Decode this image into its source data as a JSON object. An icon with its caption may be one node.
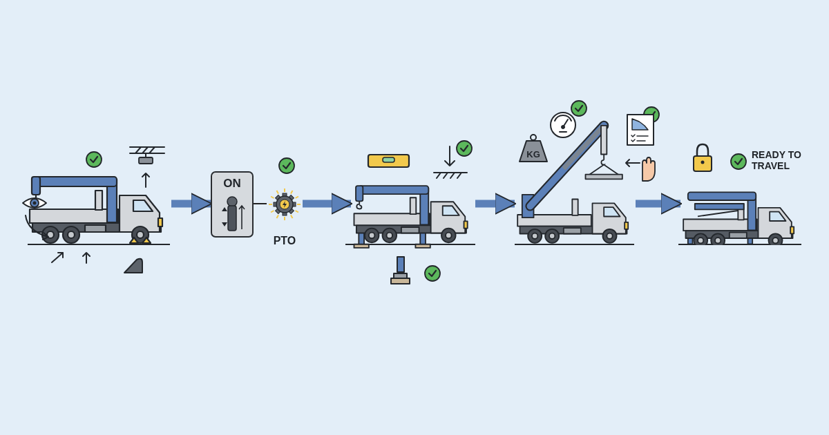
{
  "diagram": {
    "nodes": [
      {
        "text": [],
        "shape": "picture"
      },
      {
        "text": [
          "ON"
        ]
      },
      {
        "text": [
          "PTO"
        ]
      },
      {
        "text": [],
        "shape": "picture"
      },
      {
        "text": [],
        "shape": "picture"
      },
      {
        "text": [],
        "shape": "picture",
        "beside": [
          "READY TO TRAVEL"
        ]
      }
    ],
    "edges": [
      {
        "from": 0,
        "to": 1,
        "arrow": "to"
      },
      {
        "from": 1,
        "to": 2,
        "arrow": "none",
        "color": "#222222"
      },
      {
        "from": 2,
        "to": 3,
        "arrow": "to"
      },
      {
        "from": 3,
        "to": 4,
        "arrow": "to"
      },
      {
        "from": 4,
        "to": 5,
        "arrow": "to"
      }
    ],
    "labels": [
      "KG"
    ]
  }
}
